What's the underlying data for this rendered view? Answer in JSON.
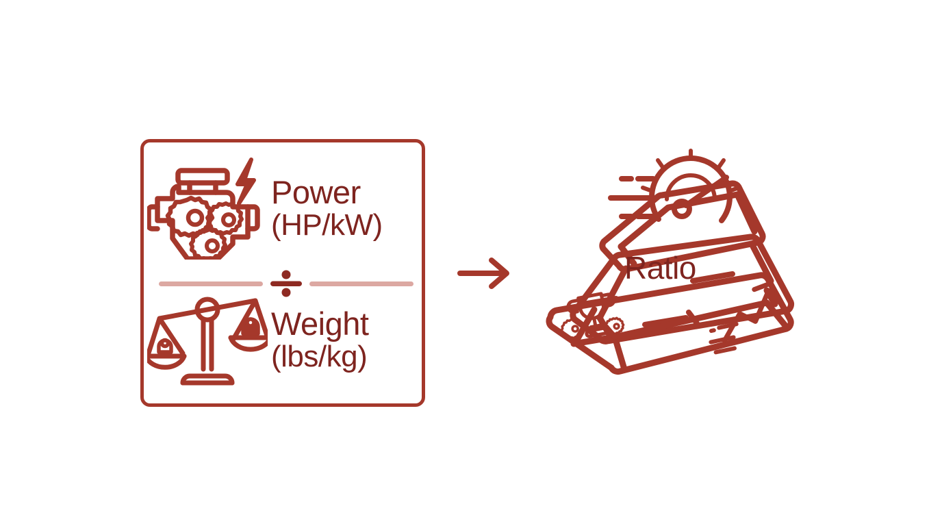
{
  "page": {
    "background_color": "#FFFFFF",
    "brand_color": "#A5382B",
    "text_color": "#7E241F",
    "divider_color": "#DCA8A2"
  },
  "formula_card": {
    "numerator": {
      "icon": "car-engine-icon",
      "label": "Power",
      "units": "(HP/kW)"
    },
    "operator": {
      "symbol": "÷",
      "name": "division-sign"
    },
    "denominator": {
      "icon": "balance-scale-icon",
      "label": "Weight",
      "units": "(lbs/kg)"
    }
  },
  "connector": {
    "icon": "right-arrow-icon"
  },
  "result": {
    "icon": "gold-ingot-stack-icon",
    "label": "Ratio",
    "badges": [
      {
        "name": "speedometer-icon"
      },
      {
        "name": "trophy-icon"
      },
      {
        "name": "growth-arrow-icon"
      }
    ]
  }
}
